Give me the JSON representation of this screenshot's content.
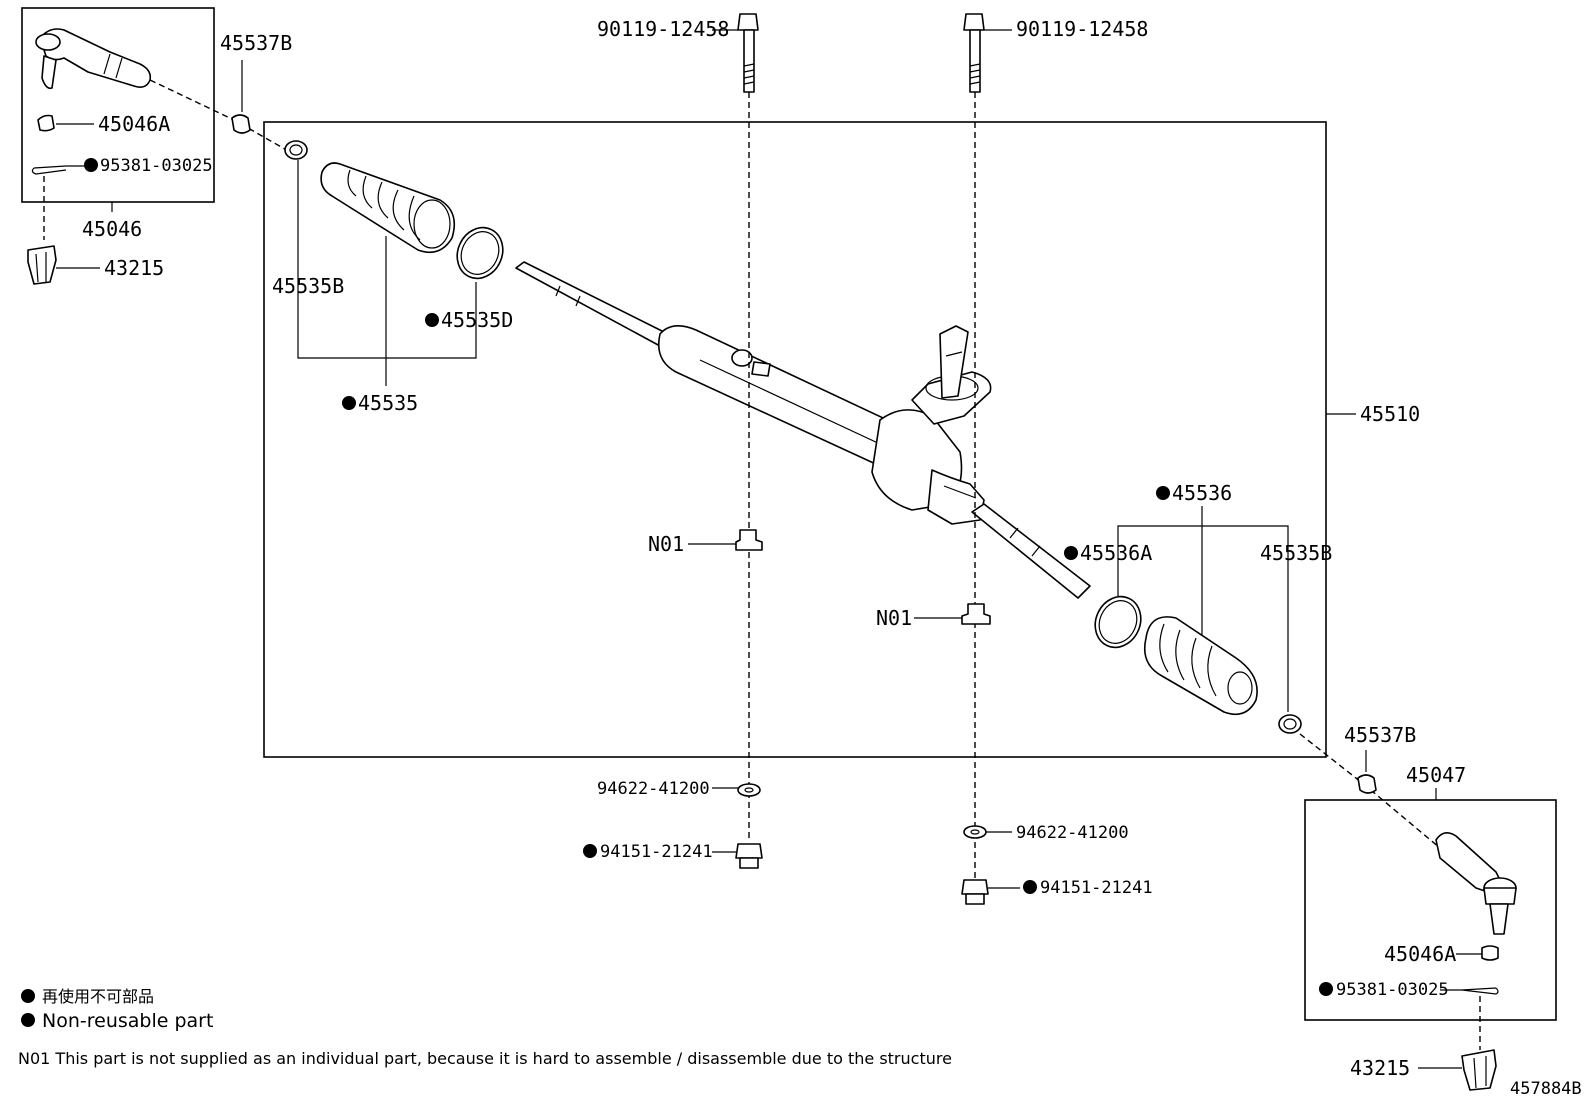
{
  "labels": {
    "bolt_left": "90119-12458",
    "bolt_right": "90119-12458",
    "p45537b_top": "45537B",
    "p45046a_top": "45046A",
    "p95381_top": "95381-03025",
    "p45046": "45046",
    "p43215_top": "43215",
    "p45535b_left": "45535B",
    "p45535d": "45535D",
    "p45535": "45535",
    "p45510": "45510",
    "p45536": "45536",
    "p45536a": "45536A",
    "p45535b_right": "45535B",
    "n01_left": "N01",
    "n01_right": "N01",
    "p45537b_bottom": "45537B",
    "p45047": "45047",
    "washer_left": "94622-41200",
    "washer_right": "94622-41200",
    "nut_left": "94151-21241",
    "nut_right": "94151-21241",
    "p45046a_bottom": "45046A",
    "p95381_bottom": "95381-03025",
    "p43215_bottom": "43215",
    "diagram_id": "457884B"
  },
  "notes": {
    "legend_jp": "再使用不可部品",
    "legend_en": "Non-reusable part",
    "n01_note": "N01 This part is not supplied as an individual part, because it is hard to assemble / disassemble due to the structure"
  }
}
